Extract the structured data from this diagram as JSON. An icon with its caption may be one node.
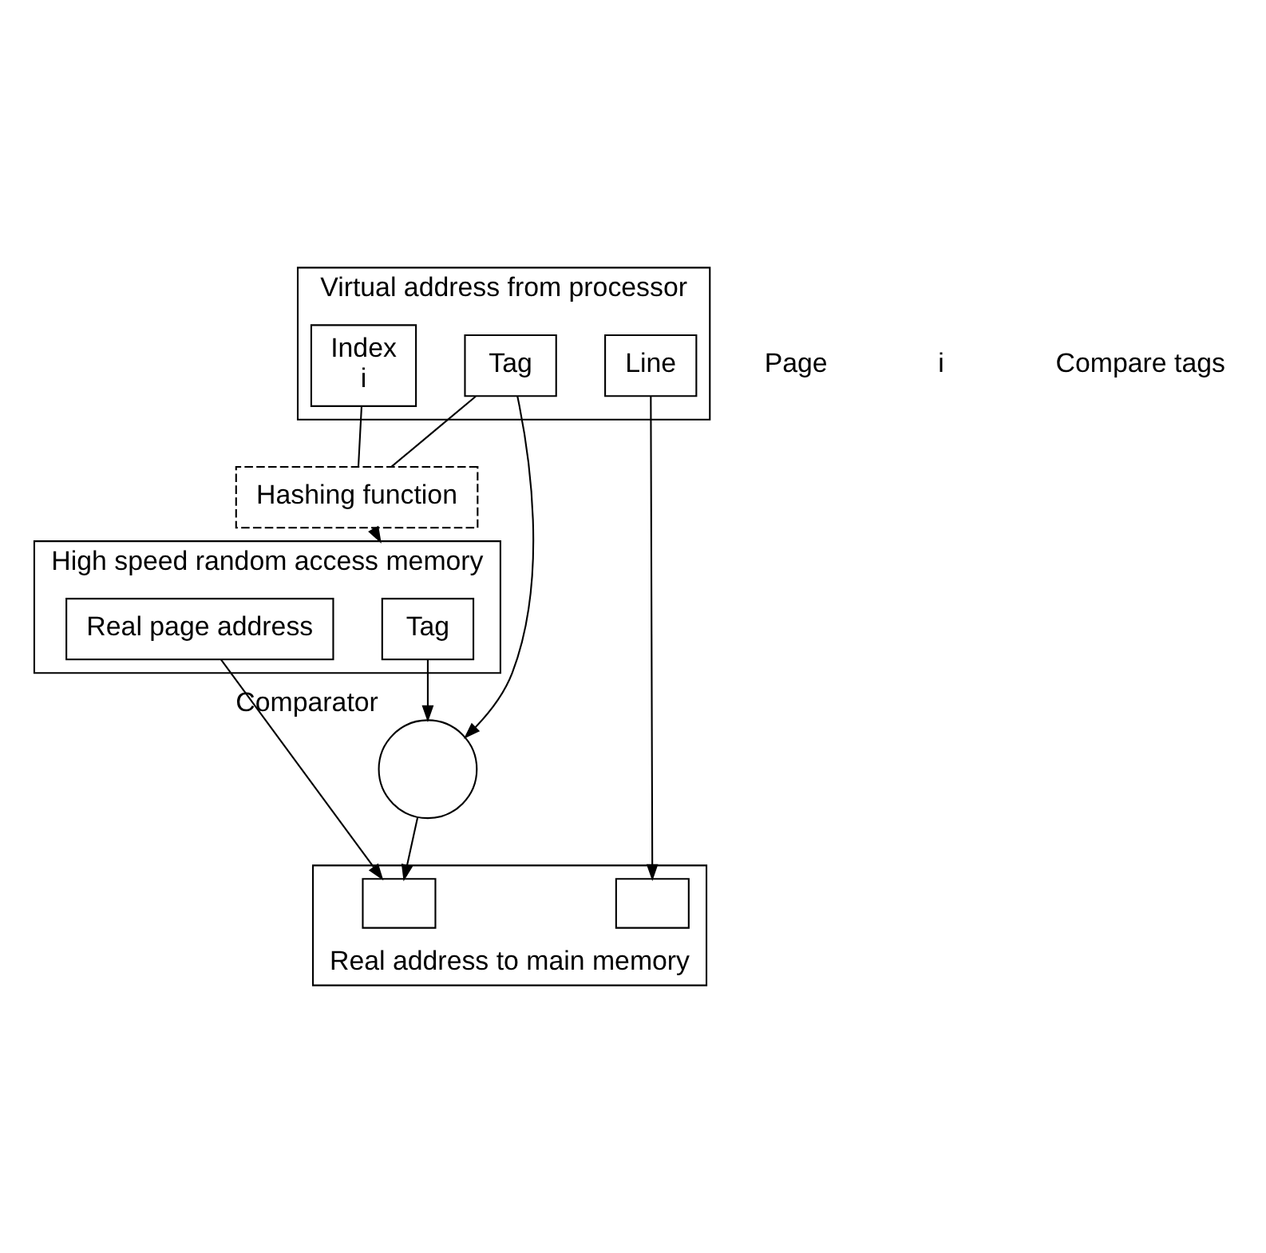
{
  "diagram": {
    "nodes": [
      {
        "text": [
          "Virtual address from processor"
        ]
      },
      {
        "text": [
          "Tag"
        ],
        "in": 0
      },
      {
        "text": [
          "Index",
          "i"
        ],
        "in": 0
      },
      {
        "text": [
          "Line"
        ],
        "in": 0
      },
      {
        "text": [
          "Hashing function"
        ]
      },
      {
        "text": [
          "High speed random access memory"
        ]
      },
      {
        "text": [
          "Tag"
        ],
        "in": 5
      },
      {
        "text": [
          "Real page address"
        ],
        "in": 5
      },
      {
        "text": [],
        "shape": "circle",
        "beside": [
          "Comparator"
        ]
      },
      {
        "text": [
          "Real address to main memory"
        ]
      },
      {
        "text": [],
        "shape": "box",
        "in": 9
      },
      {
        "text": [],
        "shape": "box",
        "in": 9
      }
    ],
    "edges": [
      {
        "from": 1,
        "to": 4,
        "arrow": "none"
      },
      {
        "from": 2,
        "to": 4,
        "arrow": "none"
      },
      {
        "from": 4,
        "to": 5,
        "arrow": "to"
      },
      {
        "from": 1,
        "to": 8,
        "arrow": "to"
      },
      {
        "from": 6,
        "to": 8,
        "arrow": "to"
      },
      {
        "from": 7,
        "to": 10,
        "arrow": "to"
      },
      {
        "from": 8,
        "to": 10,
        "arrow": "to"
      },
      {
        "from": 3,
        "to": 11,
        "arrow": "to"
      }
    ],
    "labels": [
      "Page",
      "i",
      "Compare tags"
    ]
  }
}
